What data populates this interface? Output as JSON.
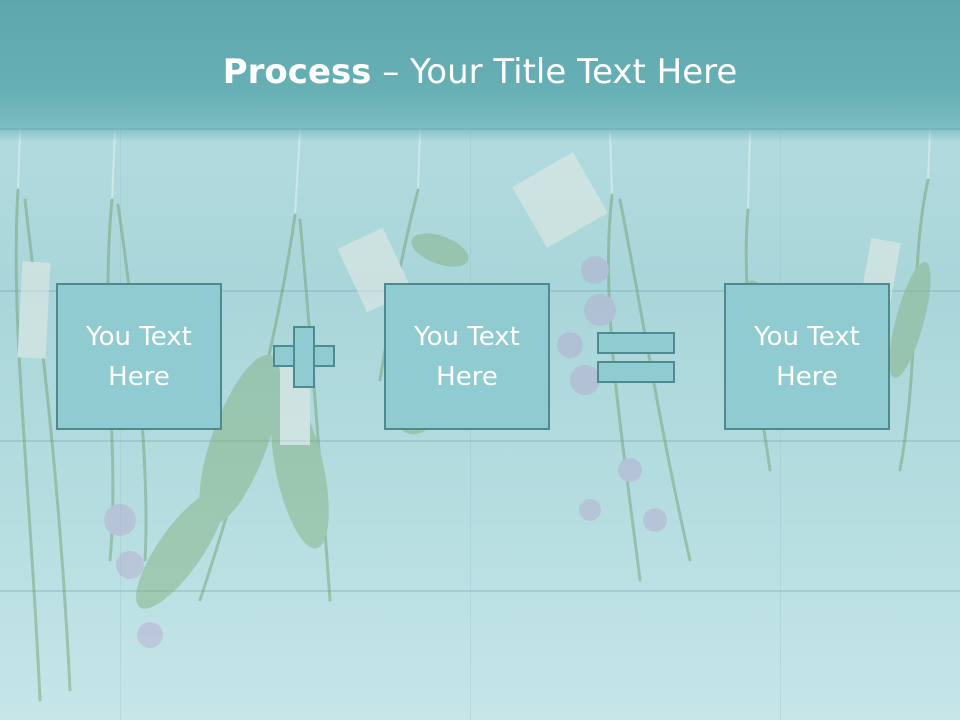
{
  "slide": {
    "title_bold": "Process",
    "title_rest": " – Your Title Text Here"
  },
  "process": {
    "box1": "You Text\nHere",
    "box2": "You Text\nHere",
    "box3": "You Text\nHere",
    "operator1": "plus-icon",
    "operator2": "equals-icon"
  },
  "colors": {
    "header": "#66b0b5",
    "box_fill": "#8fcbd0",
    "box_border": "#4e8b91"
  }
}
